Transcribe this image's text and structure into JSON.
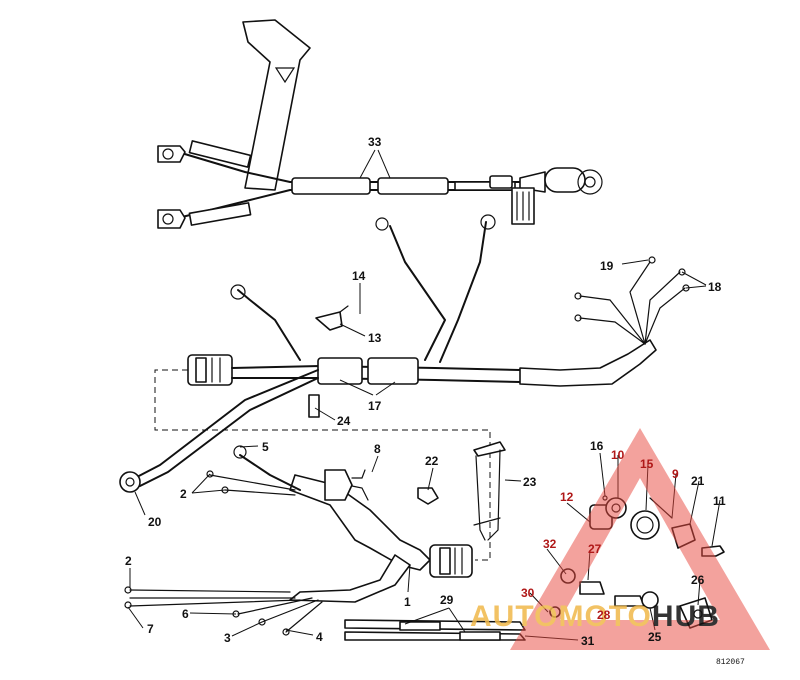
{
  "diagram": {
    "callouts": {
      "c1": "1",
      "c2a": "2",
      "c2b": "2",
      "c3": "3",
      "c4": "4",
      "c5": "5",
      "c6": "6",
      "c7": "7",
      "c8": "8",
      "c9": "9",
      "c10": "10",
      "c11": "11",
      "c12": "12",
      "c13": "13",
      "c14": "14",
      "c15": "15",
      "c16": "16",
      "c17": "17",
      "c18": "18",
      "c19": "19",
      "c20": "20",
      "c21": "21",
      "c22": "22",
      "c23": "23",
      "c24": "24",
      "c25": "25",
      "c26": "26",
      "c27": "27",
      "c28": "28",
      "c29": "29",
      "c30": "30",
      "c31": "31",
      "c32": "32",
      "c33": "33"
    },
    "drawing_code": "812067"
  },
  "watermark": {
    "text_part1": "AUTOMOTO",
    "text_part2": "HUB",
    "color_part1": "#f0b84a",
    "color_part2": "#111111",
    "triangle_color": "#e8493f"
  }
}
